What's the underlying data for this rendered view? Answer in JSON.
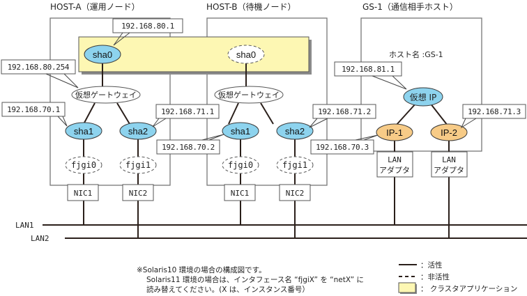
{
  "hosts": {
    "host_a": {
      "title": "HOST-A（運用ノード）"
    },
    "host_b": {
      "title": "HOST-B（待機ノード）"
    },
    "gs1": {
      "title": "GS-1（通信相手ホスト）",
      "hostname_label": "ホスト名 :GS-1"
    }
  },
  "nodes": {
    "a_sha0": "sha0",
    "b_sha0": "sha0",
    "a_gw": "仮想ゲートウェイ",
    "b_gw": "仮想ゲートウェイ",
    "a_sha1": "sha1",
    "a_sha2": "sha2",
    "b_sha1": "sha1",
    "b_sha2": "sha2",
    "a_fjgi0": "fjgi0",
    "a_fjgi1": "fjgi1",
    "b_fjgi0": "fjgi0",
    "b_fjgi1": "fjgi1",
    "a_nic1": "NIC1",
    "a_nic2": "NIC2",
    "b_nic1": "NIC1",
    "b_nic2": "NIC2",
    "gs_vip": "仮想 IP",
    "gs_ip1": "IP-1",
    "gs_ip2": "IP-2",
    "gs_lan1_l1": "LAN",
    "gs_lan1_l2": "アダプタ",
    "gs_lan2_l1": "LAN",
    "gs_lan2_l2": "アダプタ"
  },
  "ips": {
    "a_sha0": "192.168.80.1",
    "a_gw": "192.168.80.254",
    "a_sha1": "192.168.70.1",
    "a_sha2": "192.168.71.1",
    "b_sha1": "192.168.70.2",
    "b_sha2": "192.168.71.2",
    "gs_vip": "192.168.81.1",
    "gs_ip1": "192.168.70.3",
    "gs_ip2": "192.168.71.3"
  },
  "lans": {
    "lan1": "LAN1",
    "lan2": "LAN2"
  },
  "note": {
    "line1": "※Solaris10 環境の場合の構成図です。",
    "line2": "Solaris11 環境の場合は、インタフェース名 “fjgiX” を “netX” に",
    "line3": "読み替えてください。(X は、インスタンス番号）"
  },
  "legend": {
    "active": "：活性",
    "inactive": "：非活性",
    "cluster_app": "：  クラスタアプリケーション"
  },
  "colors": {
    "active_node": "#8dd3ee",
    "gs_ip_node": "#f7cb87",
    "cluster_app": "#fdf7b3"
  }
}
